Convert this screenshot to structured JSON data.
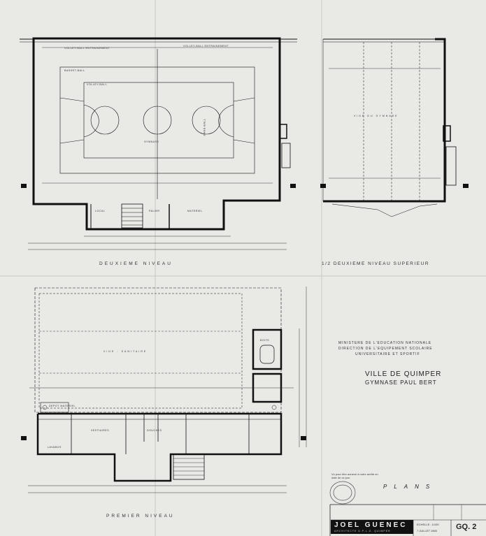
{
  "sheet": {
    "ministry_lines": [
      "MINISTERE DE L'EDUCATION NATIONALE",
      "DIRECTION DE L'EQUIPEMENT SCOLAIRE",
      "UNIVERSITAIRE ET SPORTIF"
    ],
    "city": "VILLE DE QUIMPER",
    "building": "GYMNASE PAUL BERT",
    "drawing_title": "PLANS",
    "architect_name": "JOEL GUENEC",
    "architect_subtitle": "ARCHITECTE D.P.L.G. QUIMPER",
    "scale": "ECHELLE : 1/100",
    "date": "7 JUILLET 1965",
    "sheet_code": "GQ. 2"
  },
  "plans": {
    "second_level": "DEUXIEME NIVEAU",
    "second_level_upper": "1/2 DEUXIEME NIVEAU SUPERIEUR",
    "first_level": "PREMIER NIVEAU"
  },
  "rooms": {
    "volley_training_1": "VOLLEY-BALL ENTRAINEMENT",
    "volley_training_2": "VOLLEY-BALL ENTRAINEMENT",
    "basket_ball": "BASKET-BALL",
    "volley_ball": "VOLLEY-BALL",
    "hand_ball": "HAND-BALL",
    "gymnase": "GYMNASE",
    "vide_gymnase": "VIDE DU GYMNASE",
    "vide_sanitaire": "VIDE - SANITAIRE",
    "vestiaires": "VESTIAIRES",
    "douches": "DOUCHES",
    "lavabos": "LAVABOS",
    "depot": "DEPOT MATERIEL",
    "materiel": "MATERIEL",
    "palier": "PALIER",
    "local": "LOCAL",
    "boite": "BOITE"
  },
  "approval_stamp": "Vu pour être annexé à notre arrêté en date de ce jour"
}
